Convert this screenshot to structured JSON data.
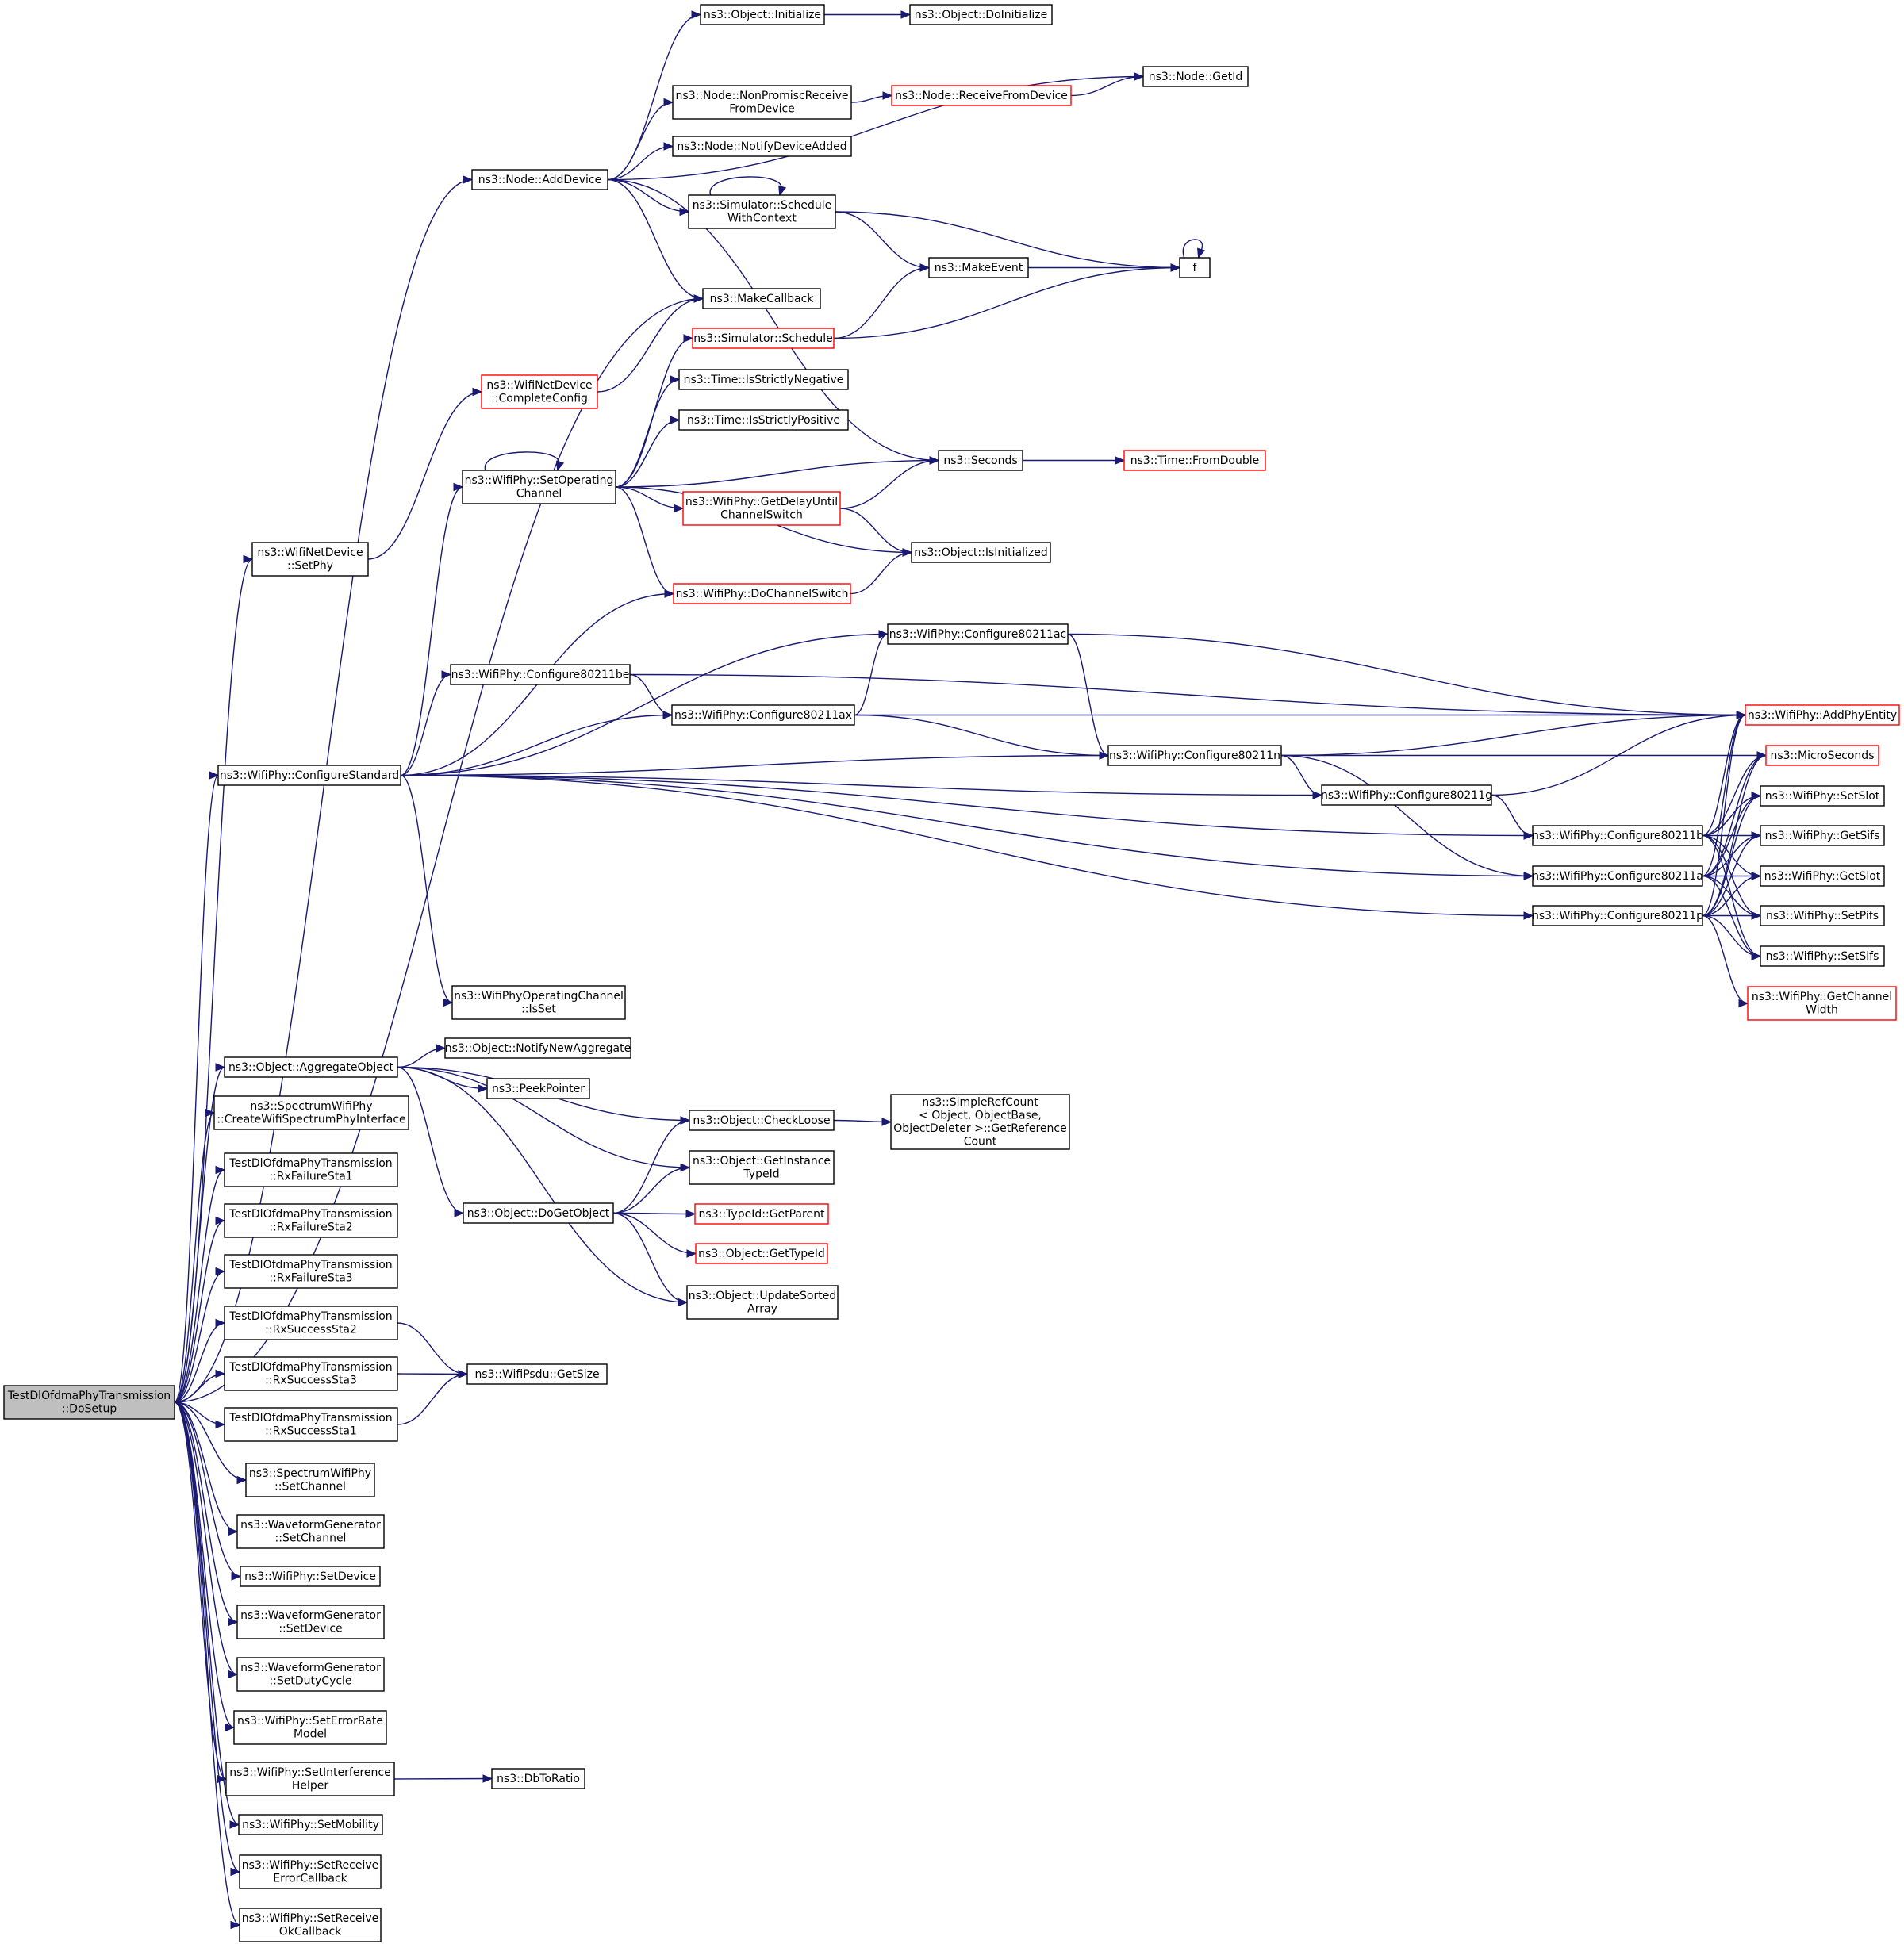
{
  "diagram": {
    "nodes": [
      {
        "id": "root",
        "lines": [
          "TestDlOfdmaPhyTransmission",
          "::DoSetup"
        ],
        "style": "root"
      },
      {
        "id": "addDevice",
        "lines": [
          "ns3::Node::AddDevice"
        ]
      },
      {
        "id": "objInit",
        "lines": [
          "ns3::Object::Initialize"
        ]
      },
      {
        "id": "objDoInit",
        "lines": [
          "ns3::Object::DoInitialize"
        ]
      },
      {
        "id": "nodeGetId",
        "lines": [
          "ns3::Node::GetId"
        ]
      },
      {
        "id": "nonPromisc",
        "lines": [
          "ns3::Node::NonPromiscReceive",
          "FromDevice"
        ]
      },
      {
        "id": "recvFromDev",
        "lines": [
          "ns3::Node::ReceiveFromDevice"
        ],
        "style": "hl"
      },
      {
        "id": "notifyDevAdded",
        "lines": [
          "ns3::Node::NotifyDeviceAdded"
        ]
      },
      {
        "id": "schedCtx",
        "lines": [
          "ns3::Simulator::Schedule",
          "WithContext"
        ]
      },
      {
        "id": "makeEvent",
        "lines": [
          "ns3::MakeEvent"
        ]
      },
      {
        "id": "f",
        "lines": [
          "f"
        ]
      },
      {
        "id": "makeCallback",
        "lines": [
          "ns3::MakeCallback"
        ]
      },
      {
        "id": "simSchedule",
        "lines": [
          "ns3::Simulator::Schedule"
        ],
        "style": "hl"
      },
      {
        "id": "completeConfig",
        "lines": [
          "ns3::WifiNetDevice",
          "::CompleteConfig"
        ],
        "style": "hl"
      },
      {
        "id": "isStrictlyNeg",
        "lines": [
          "ns3::Time::IsStrictlyNegative"
        ]
      },
      {
        "id": "isStrictlyPos",
        "lines": [
          "ns3::Time::IsStrictlyPositive"
        ]
      },
      {
        "id": "setOpChannel",
        "lines": [
          "ns3::WifiPhy::SetOperating",
          "Channel"
        ]
      },
      {
        "id": "seconds",
        "lines": [
          "ns3::Seconds"
        ]
      },
      {
        "id": "fromDouble",
        "lines": [
          "ns3::Time::FromDouble"
        ],
        "style": "hl"
      },
      {
        "id": "getDelay",
        "lines": [
          "ns3::WifiPhy::GetDelayUntil",
          "ChannelSwitch"
        ],
        "style": "hl"
      },
      {
        "id": "isInitialized",
        "lines": [
          "ns3::Object::IsInitialized"
        ]
      },
      {
        "id": "wndSetPhy",
        "lines": [
          "ns3::WifiNetDevice",
          "::SetPhy"
        ]
      },
      {
        "id": "doChannelSwitch",
        "lines": [
          "ns3::WifiPhy::DoChannelSwitch"
        ],
        "style": "hl"
      },
      {
        "id": "cfgAc",
        "lines": [
          "ns3::WifiPhy::Configure80211ac"
        ]
      },
      {
        "id": "cfgBe",
        "lines": [
          "ns3::WifiPhy::Configure80211be"
        ]
      },
      {
        "id": "cfgAx",
        "lines": [
          "ns3::WifiPhy::Configure80211ax"
        ]
      },
      {
        "id": "addPhyEntity",
        "lines": [
          "ns3::WifiPhy::AddPhyEntity"
        ],
        "style": "hl"
      },
      {
        "id": "cfgN",
        "lines": [
          "ns3::WifiPhy::Configure80211n"
        ]
      },
      {
        "id": "microSeconds",
        "lines": [
          "ns3::MicroSeconds"
        ],
        "style": "hl"
      },
      {
        "id": "configureStandard",
        "lines": [
          "ns3::WifiPhy::ConfigureStandard"
        ]
      },
      {
        "id": "cfgG",
        "lines": [
          "ns3::WifiPhy::Configure80211g"
        ]
      },
      {
        "id": "setSlot",
        "lines": [
          "ns3::WifiPhy::SetSlot"
        ]
      },
      {
        "id": "cfgB",
        "lines": [
          "ns3::WifiPhy::Configure80211b"
        ]
      },
      {
        "id": "getSifs",
        "lines": [
          "ns3::WifiPhy::GetSifs"
        ]
      },
      {
        "id": "cfgA",
        "lines": [
          "ns3::WifiPhy::Configure80211a"
        ]
      },
      {
        "id": "getSlot",
        "lines": [
          "ns3::WifiPhy::GetSlot"
        ]
      },
      {
        "id": "cfgP",
        "lines": [
          "ns3::WifiPhy::Configure80211p"
        ]
      },
      {
        "id": "setPifs",
        "lines": [
          "ns3::WifiPhy::SetPifs"
        ]
      },
      {
        "id": "setSifs",
        "lines": [
          "ns3::WifiPhy::SetSifs"
        ]
      },
      {
        "id": "getChannelWidth",
        "lines": [
          "ns3::WifiPhy::GetChannel",
          "Width"
        ],
        "style": "hl"
      },
      {
        "id": "opChIsSet",
        "lines": [
          "ns3::WifiPhyOperatingChannel",
          "::IsSet"
        ]
      },
      {
        "id": "aggregateObject",
        "lines": [
          "ns3::Object::AggregateObject"
        ]
      },
      {
        "id": "notifyNewAgg",
        "lines": [
          "ns3::Object::NotifyNewAggregate"
        ]
      },
      {
        "id": "peekPointer",
        "lines": [
          "ns3::PeekPointer"
        ]
      },
      {
        "id": "createWifiSpec",
        "lines": [
          "ns3::SpectrumWifiPhy",
          "::CreateWifiSpectrumPhyInterface"
        ]
      },
      {
        "id": "checkLoose",
        "lines": [
          "ns3::Object::CheckLoose"
        ]
      },
      {
        "id": "getRefCount",
        "lines": [
          "ns3::SimpleRefCount",
          "< Object, ObjectBase,",
          "ObjectDeleter >::GetReference",
          "Count"
        ]
      },
      {
        "id": "rxFail1",
        "lines": [
          "TestDlOfdmaPhyTransmission",
          "::RxFailureSta1"
        ]
      },
      {
        "id": "getInstanceTypeId",
        "lines": [
          "ns3::Object::GetInstance",
          "TypeId"
        ]
      },
      {
        "id": "rxFail2",
        "lines": [
          "TestDlOfdmaPhyTransmission",
          "::RxFailureSta2"
        ]
      },
      {
        "id": "doGetObject",
        "lines": [
          "ns3::Object::DoGetObject"
        ]
      },
      {
        "id": "typeIdGetParent",
        "lines": [
          "ns3::TypeId::GetParent"
        ],
        "style": "hl"
      },
      {
        "id": "objGetTypeId",
        "lines": [
          "ns3::Object::GetTypeId"
        ],
        "style": "hl"
      },
      {
        "id": "rxFail3",
        "lines": [
          "TestDlOfdmaPhyTransmission",
          "::RxFailureSta3"
        ]
      },
      {
        "id": "updateSorted",
        "lines": [
          "ns3::Object::UpdateSorted",
          "Array"
        ]
      },
      {
        "id": "rxSucc2",
        "lines": [
          "TestDlOfdmaPhyTransmission",
          "::RxSuccessSta2"
        ]
      },
      {
        "id": "rxSucc3",
        "lines": [
          "TestDlOfdmaPhyTransmission",
          "::RxSuccessSta3"
        ]
      },
      {
        "id": "psduGetSize",
        "lines": [
          "ns3::WifiPsdu::GetSize"
        ]
      },
      {
        "id": "rxSucc1",
        "lines": [
          "TestDlOfdmaPhyTransmission",
          "::RxSuccessSta1"
        ]
      },
      {
        "id": "swpSetChannel",
        "lines": [
          "ns3::SpectrumWifiPhy",
          "::SetChannel"
        ]
      },
      {
        "id": "wgSetChannel",
        "lines": [
          "ns3::WaveformGenerator",
          "::SetChannel"
        ]
      },
      {
        "id": "setDevice",
        "lines": [
          "ns3::WifiPhy::SetDevice"
        ]
      },
      {
        "id": "wgSetDevice",
        "lines": [
          "ns3::WaveformGenerator",
          "::SetDevice"
        ]
      },
      {
        "id": "wgSetDuty",
        "lines": [
          "ns3::WaveformGenerator",
          "::SetDutyCycle"
        ]
      },
      {
        "id": "setErrorRate",
        "lines": [
          "ns3::WifiPhy::SetErrorRate",
          "Model"
        ]
      },
      {
        "id": "setInterference",
        "lines": [
          "ns3::WifiPhy::SetInterference",
          "Helper"
        ]
      },
      {
        "id": "dbToRatio",
        "lines": [
          "ns3::DbToRatio"
        ]
      },
      {
        "id": "setMobility",
        "lines": [
          "ns3::WifiPhy::SetMobility"
        ]
      },
      {
        "id": "setRxErrCb",
        "lines": [
          "ns3::WifiPhy::SetReceive",
          "ErrorCallback"
        ]
      },
      {
        "id": "setRxOkCb",
        "lines": [
          "ns3::WifiPhy::SetReceive",
          "OkCallback"
        ]
      }
    ],
    "edges": [
      [
        "root",
        "addDevice"
      ],
      [
        "root",
        "makeCallback"
      ],
      [
        "root",
        "wndSetPhy"
      ],
      [
        "root",
        "configureStandard"
      ],
      [
        "root",
        "aggregateObject"
      ],
      [
        "root",
        "createWifiSpec"
      ],
      [
        "root",
        "rxFail1"
      ],
      [
        "root",
        "rxFail2"
      ],
      [
        "root",
        "rxFail3"
      ],
      [
        "root",
        "rxSucc2"
      ],
      [
        "root",
        "rxSucc3"
      ],
      [
        "root",
        "rxSucc1"
      ],
      [
        "root",
        "swpSetChannel"
      ],
      [
        "root",
        "wgSetChannel"
      ],
      [
        "root",
        "setDevice"
      ],
      [
        "root",
        "wgSetDevice"
      ],
      [
        "root",
        "wgSetDuty"
      ],
      [
        "root",
        "setErrorRate"
      ],
      [
        "root",
        "setInterference"
      ],
      [
        "root",
        "setMobility"
      ],
      [
        "root",
        "setRxErrCb"
      ],
      [
        "root",
        "setRxOkCb"
      ],
      [
        "addDevice",
        "objInit"
      ],
      [
        "addDevice",
        "nodeGetId"
      ],
      [
        "addDevice",
        "nonPromisc"
      ],
      [
        "addDevice",
        "notifyDevAdded"
      ],
      [
        "addDevice",
        "schedCtx"
      ],
      [
        "addDevice",
        "makeCallback"
      ],
      [
        "addDevice",
        "seconds"
      ],
      [
        "objInit",
        "objDoInit"
      ],
      [
        "nonPromisc",
        "recvFromDev"
      ],
      [
        "recvFromDev",
        "nodeGetId"
      ],
      [
        "schedCtx",
        "schedCtx"
      ],
      [
        "schedCtx",
        "makeEvent"
      ],
      [
        "schedCtx",
        "f"
      ],
      [
        "makeEvent",
        "f"
      ],
      [
        "f",
        "f"
      ],
      [
        "simSchedule",
        "makeEvent"
      ],
      [
        "simSchedule",
        "f"
      ],
      [
        "wndSetPhy",
        "completeConfig"
      ],
      [
        "completeConfig",
        "makeCallback"
      ],
      [
        "setOpChannel",
        "setOpChannel"
      ],
      [
        "setOpChannel",
        "simSchedule"
      ],
      [
        "setOpChannel",
        "isStrictlyNeg"
      ],
      [
        "setOpChannel",
        "isStrictlyPos"
      ],
      [
        "setOpChannel",
        "seconds"
      ],
      [
        "setOpChannel",
        "getDelay"
      ],
      [
        "setOpChannel",
        "isInitialized"
      ],
      [
        "setOpChannel",
        "doChannelSwitch"
      ],
      [
        "seconds",
        "fromDouble"
      ],
      [
        "getDelay",
        "seconds"
      ],
      [
        "getDelay",
        "isInitialized"
      ],
      [
        "doChannelSwitch",
        "isInitialized"
      ],
      [
        "configureStandard",
        "setOpChannel"
      ],
      [
        "configureStandard",
        "doChannelSwitch"
      ],
      [
        "configureStandard",
        "cfgAc"
      ],
      [
        "configureStandard",
        "cfgBe"
      ],
      [
        "configureStandard",
        "cfgAx"
      ],
      [
        "configureStandard",
        "cfgN"
      ],
      [
        "configureStandard",
        "cfgG"
      ],
      [
        "configureStandard",
        "cfgB"
      ],
      [
        "configureStandard",
        "cfgA"
      ],
      [
        "configureStandard",
        "cfgP"
      ],
      [
        "configureStandard",
        "opChIsSet"
      ],
      [
        "cfgBe",
        "addPhyEntity"
      ],
      [
        "cfgBe",
        "cfgAx"
      ],
      [
        "cfgAx",
        "cfgAc"
      ],
      [
        "cfgAx",
        "addPhyEntity"
      ],
      [
        "cfgAx",
        "cfgN"
      ],
      [
        "cfgAc",
        "addPhyEntity"
      ],
      [
        "cfgAc",
        "cfgN"
      ],
      [
        "cfgN",
        "addPhyEntity"
      ],
      [
        "cfgN",
        "microSeconds"
      ],
      [
        "cfgN",
        "cfgG"
      ],
      [
        "cfgN",
        "cfgA"
      ],
      [
        "cfgG",
        "addPhyEntity"
      ],
      [
        "cfgG",
        "cfgB"
      ],
      [
        "cfgB",
        "addPhyEntity"
      ],
      [
        "cfgB",
        "microSeconds"
      ],
      [
        "cfgB",
        "setSlot"
      ],
      [
        "cfgB",
        "getSifs"
      ],
      [
        "cfgB",
        "getSlot"
      ],
      [
        "cfgB",
        "setPifs"
      ],
      [
        "cfgB",
        "setSifs"
      ],
      [
        "cfgA",
        "addPhyEntity"
      ],
      [
        "cfgA",
        "microSeconds"
      ],
      [
        "cfgA",
        "setSlot"
      ],
      [
        "cfgA",
        "getSifs"
      ],
      [
        "cfgA",
        "getSlot"
      ],
      [
        "cfgA",
        "setPifs"
      ],
      [
        "cfgA",
        "setSifs"
      ],
      [
        "cfgP",
        "addPhyEntity"
      ],
      [
        "cfgP",
        "microSeconds"
      ],
      [
        "cfgP",
        "setSlot"
      ],
      [
        "cfgP",
        "getSifs"
      ],
      [
        "cfgP",
        "getSlot"
      ],
      [
        "cfgP",
        "setPifs"
      ],
      [
        "cfgP",
        "setSifs"
      ],
      [
        "cfgP",
        "getChannelWidth"
      ],
      [
        "aggregateObject",
        "notifyNewAgg"
      ],
      [
        "aggregateObject",
        "peekPointer"
      ],
      [
        "aggregateObject",
        "checkLoose"
      ],
      [
        "aggregateObject",
        "getInstanceTypeId"
      ],
      [
        "aggregateObject",
        "doGetObject"
      ],
      [
        "aggregateObject",
        "updateSorted"
      ],
      [
        "checkLoose",
        "getRefCount"
      ],
      [
        "doGetObject",
        "checkLoose"
      ],
      [
        "doGetObject",
        "getInstanceTypeId"
      ],
      [
        "doGetObject",
        "typeIdGetParent"
      ],
      [
        "doGetObject",
        "objGetTypeId"
      ],
      [
        "doGetObject",
        "updateSorted"
      ],
      [
        "rxSucc2",
        "psduGetSize"
      ],
      [
        "rxSucc3",
        "psduGetSize"
      ],
      [
        "rxSucc1",
        "psduGetSize"
      ],
      [
        "setInterference",
        "dbToRatio"
      ]
    ]
  }
}
